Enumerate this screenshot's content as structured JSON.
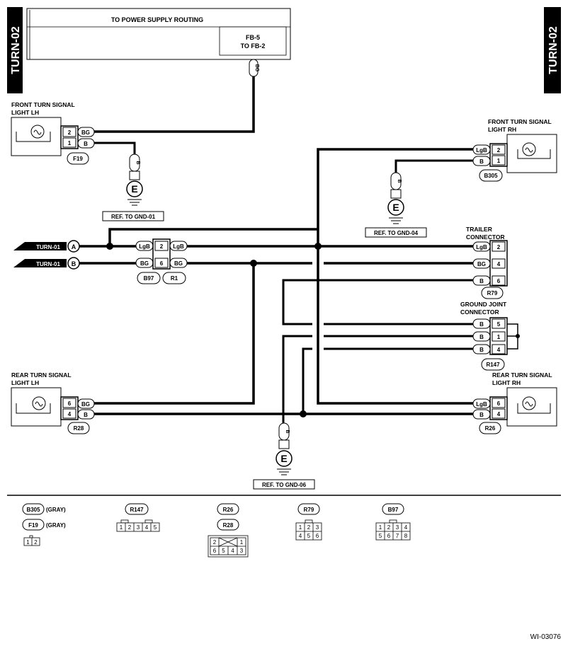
{
  "sheet_tag": "TURN-02",
  "power_box": {
    "title": "TO POWER SUPPLY ROUTING",
    "fuse_line1": "FB-5",
    "fuse_line2": "TO FB-2"
  },
  "wire": {
    "bg": "BG",
    "b": "B",
    "lgb": "LgB"
  },
  "front_lh": {
    "line1": "FRONT TURN SIGNAL",
    "line2": "LIGHT LH",
    "connector": "F19",
    "pin_a": "2",
    "pin_b": "1"
  },
  "front_rh": {
    "line1": "FRONT TURN SIGNAL",
    "line2": "LIGHT RH",
    "connector": "B305",
    "pin_a": "2",
    "pin_b": "1"
  },
  "rear_lh": {
    "line1": "REAR TURN SIGNAL",
    "line2": "LIGHT LH",
    "connector": "R28",
    "pin_a": "6",
    "pin_b": "4"
  },
  "rear_rh": {
    "line1": "REAR TURN SIGNAL",
    "line2": "LIGHT RH",
    "connector": "R26",
    "pin_a": "6",
    "pin_b": "4"
  },
  "ground": {
    "symbol": "E",
    "ref1": "REF. TO GND-01",
    "ref2": "REF. TO GND-04",
    "ref3": "REF. TO GND-06"
  },
  "turn01": {
    "label": "TURN-01",
    "point_a": "A",
    "point_b": "B"
  },
  "mid_connector": {
    "pin_a": "2",
    "pin_b": "6",
    "left": "B97",
    "right": "R1"
  },
  "trailer": {
    "line1": "TRAILER",
    "line2": "CONNECTOR",
    "connector": "R79",
    "pin_1": "2",
    "pin_2": "4",
    "pin_3": "6"
  },
  "ground_joint": {
    "line1": "GROUND JOINT",
    "line2": "CONNECTOR",
    "connector": "R147",
    "pin_1": "5",
    "pin_2": "1",
    "pin_3": "4"
  },
  "legend": {
    "b305": "B305",
    "f19": "F19",
    "gray": "(GRAY)",
    "r147": "R147",
    "r26": "R26",
    "r28": "R28",
    "r79": "R79",
    "b97": "B97",
    "f19_pins": [
      "1",
      "2"
    ],
    "r147_pins": [
      "1",
      "2",
      "3",
      "4",
      "5"
    ],
    "r26_top": [
      "2",
      "1"
    ],
    "r26_bottom": [
      "6",
      "5",
      "4",
      "3"
    ],
    "r79_pins": [
      "1",
      "2",
      "3",
      "4",
      "5",
      "6"
    ],
    "b97_pins": [
      "1",
      "2",
      "3",
      "4",
      "5",
      "6",
      "7",
      "8"
    ]
  },
  "figure_id": "WI-03076"
}
